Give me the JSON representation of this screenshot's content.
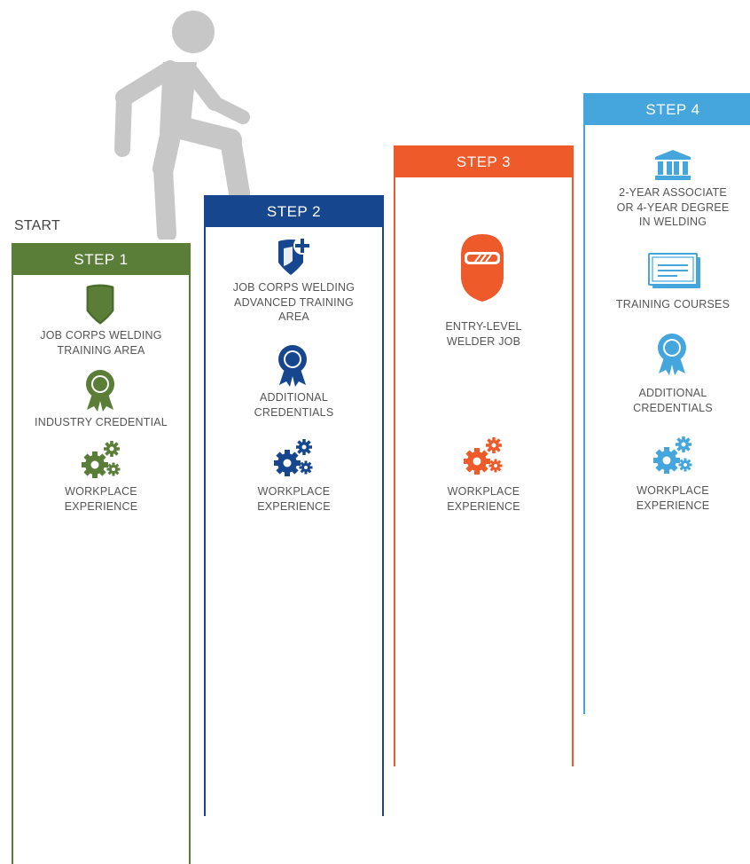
{
  "colors": {
    "step1": "#5a7e38",
    "step2": "#16468e",
    "step3": "#ee5a2a",
    "step4": "#44a6dc",
    "figure": "#c7c7c7",
    "text": "#555555"
  },
  "start_label": "START",
  "steps": [
    {
      "header": "STEP 1",
      "items": [
        {
          "icon": "shield-icon",
          "label": "JOB CORPS WELDING\nTRAINING AREA"
        },
        {
          "icon": "award-ribbon-icon",
          "label": "INDUSTRY CREDENTIAL"
        },
        {
          "icon": "gears-icon",
          "label": "WORKPLACE\nEXPERIENCE"
        }
      ]
    },
    {
      "header": "STEP 2",
      "items": [
        {
          "icon": "shield-plus-icon",
          "label": "JOB CORPS WELDING\nADVANCED TRAINING\nAREA"
        },
        {
          "icon": "award-ribbon-icon",
          "label": "ADDITIONAL\nCREDENTIALS"
        },
        {
          "icon": "gears-icon",
          "label": "WORKPLACE\nEXPERIENCE"
        }
      ]
    },
    {
      "header": "STEP 3",
      "items": [
        {
          "icon": "welding-mask-icon",
          "label": "ENTRY-LEVEL\nWELDER JOB"
        },
        {
          "icon": "gears-icon",
          "label": "WORKPLACE\nEXPERIENCE"
        }
      ]
    },
    {
      "header": "STEP 4",
      "items": [
        {
          "icon": "institution-icon",
          "label": "2-YEAR ASSOCIATE\nOR 4-YEAR DEGREE\nIN WELDING"
        },
        {
          "icon": "certificate-icon",
          "label": "TRAINING COURSES"
        },
        {
          "icon": "award-ribbon-icon",
          "label": "ADDITIONAL\nCREDENTIALS"
        },
        {
          "icon": "gears-icon",
          "label": "WORKPLACE\nEXPERIENCE"
        }
      ]
    }
  ]
}
